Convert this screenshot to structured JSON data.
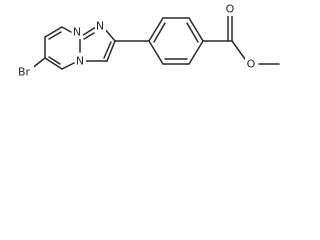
{
  "molecule": {
    "atoms": {
      "br": "Br",
      "n_top": "N",
      "n_imid": "N",
      "n_bridge": "N",
      "o_carbonyl": "O",
      "o_ester": "O"
    },
    "colors": {
      "bond": "#2a2a2a",
      "label": "#2a2a2a",
      "background": "#ffffff"
    }
  }
}
